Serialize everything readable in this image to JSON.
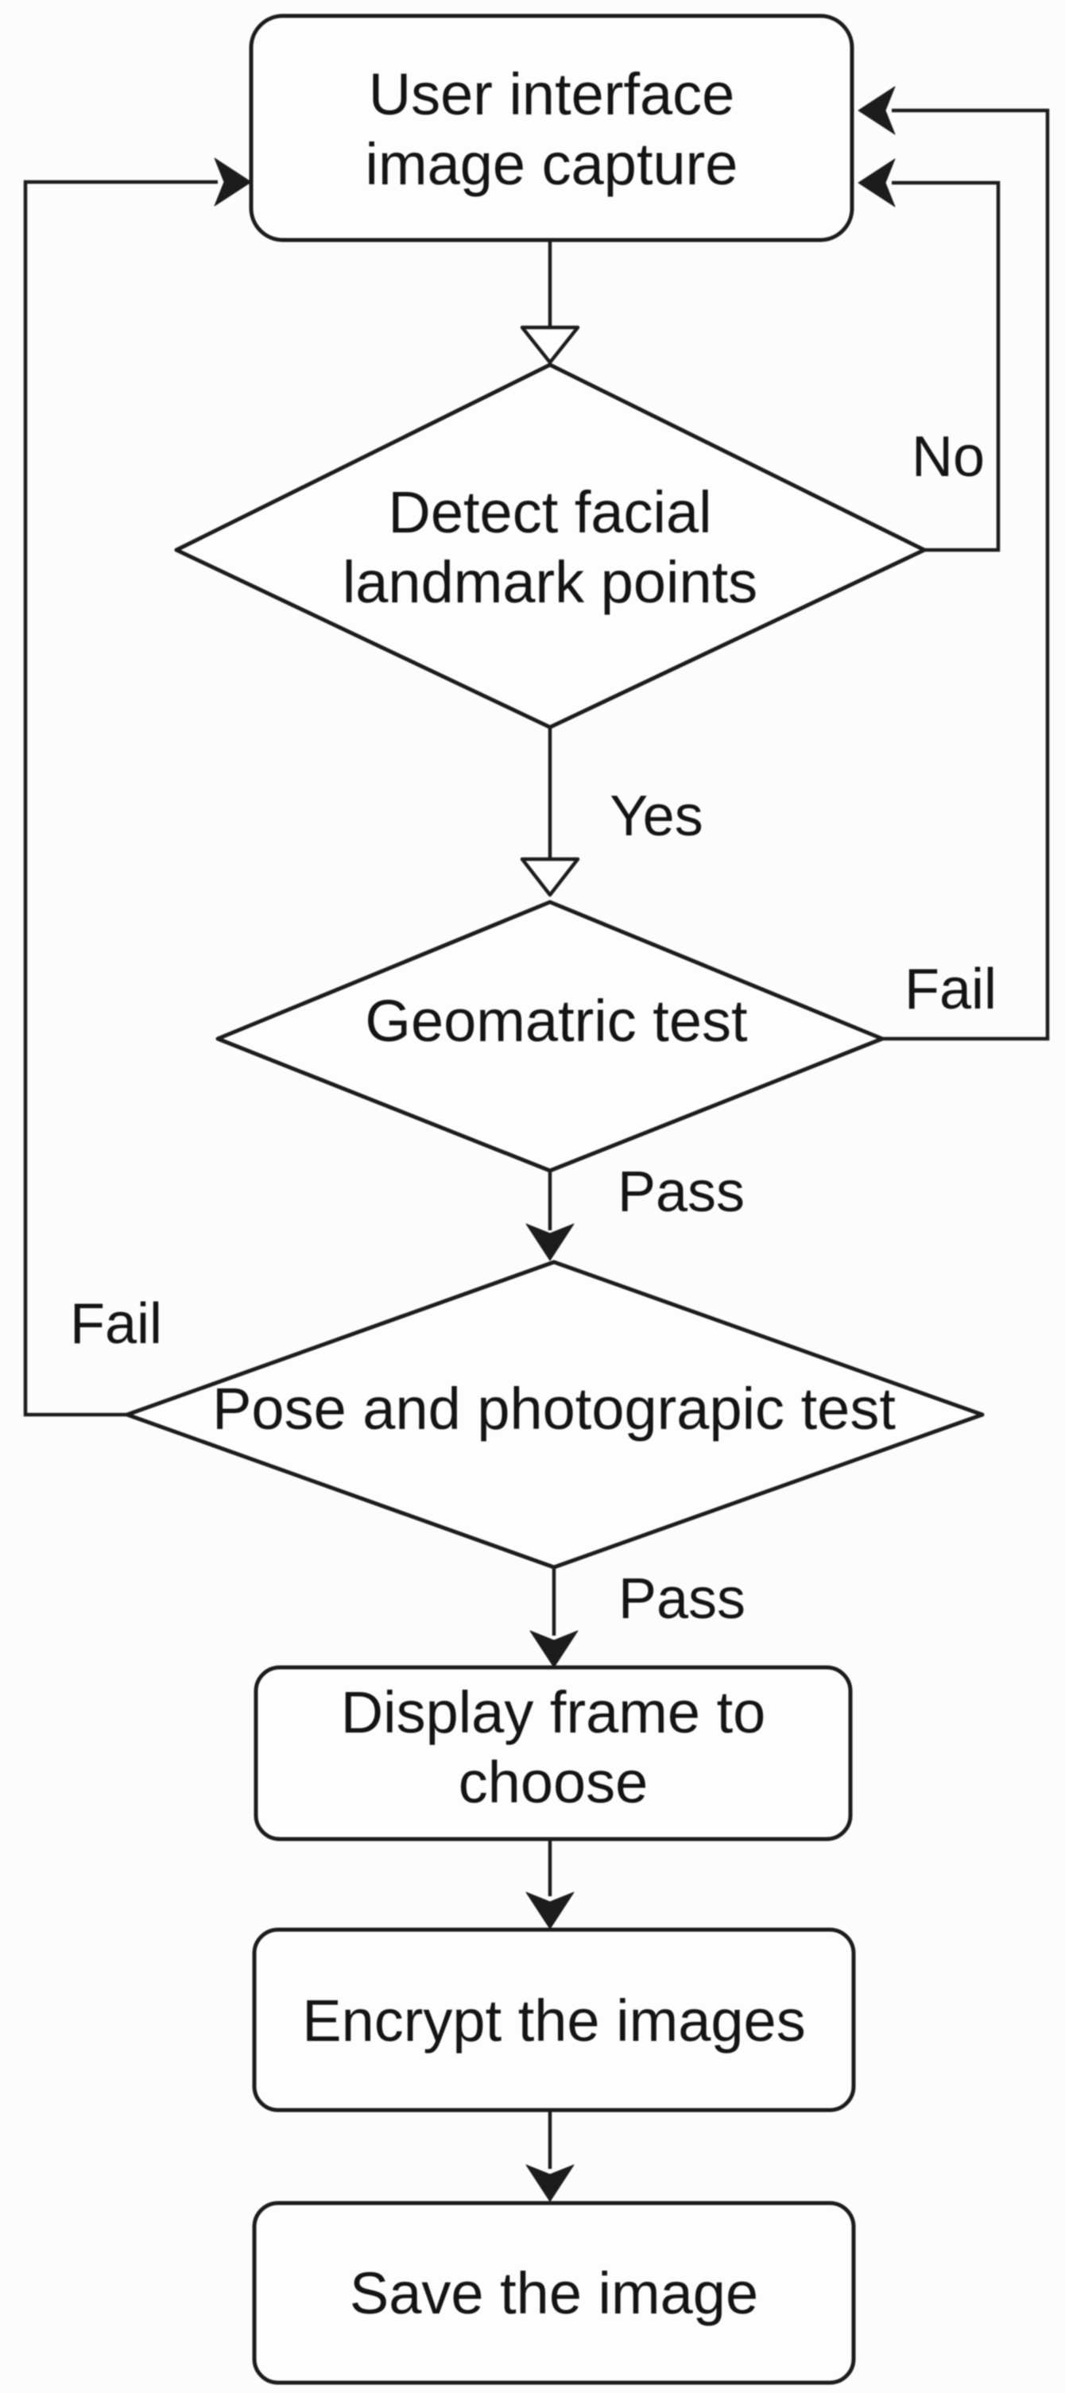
{
  "diagram": {
    "type": "flowchart",
    "colors": {
      "background": "#fcfcfc",
      "line": "#1c1c1c",
      "text": "#141414",
      "shape_fill": "#fdfdfd"
    },
    "nodes": {
      "capture": {
        "shape": "rounded-rectangle",
        "lines": [
          "User interface",
          "image capture"
        ]
      },
      "detect_landmarks": {
        "shape": "diamond",
        "lines": [
          "Detect facial",
          "landmark points"
        ]
      },
      "geometric_test": {
        "shape": "diamond",
        "lines": [
          "Geomatric test"
        ]
      },
      "pose_test": {
        "shape": "diamond",
        "lines": [
          "Pose and photograpic test"
        ]
      },
      "display_frame": {
        "shape": "rounded-rectangle",
        "lines": [
          "Display frame to",
          "choose"
        ]
      },
      "encrypt": {
        "shape": "rounded-rectangle",
        "lines": [
          "Encrypt the images"
        ]
      },
      "save": {
        "shape": "rounded-rectangle",
        "lines": [
          "Save the image"
        ]
      }
    },
    "edge_labels": {
      "detect_no": "No",
      "detect_yes": "Yes",
      "geometric_fail": "Fail",
      "geometric_pass": "Pass",
      "pose_fail": "Fail",
      "pose_pass": "Pass"
    }
  }
}
